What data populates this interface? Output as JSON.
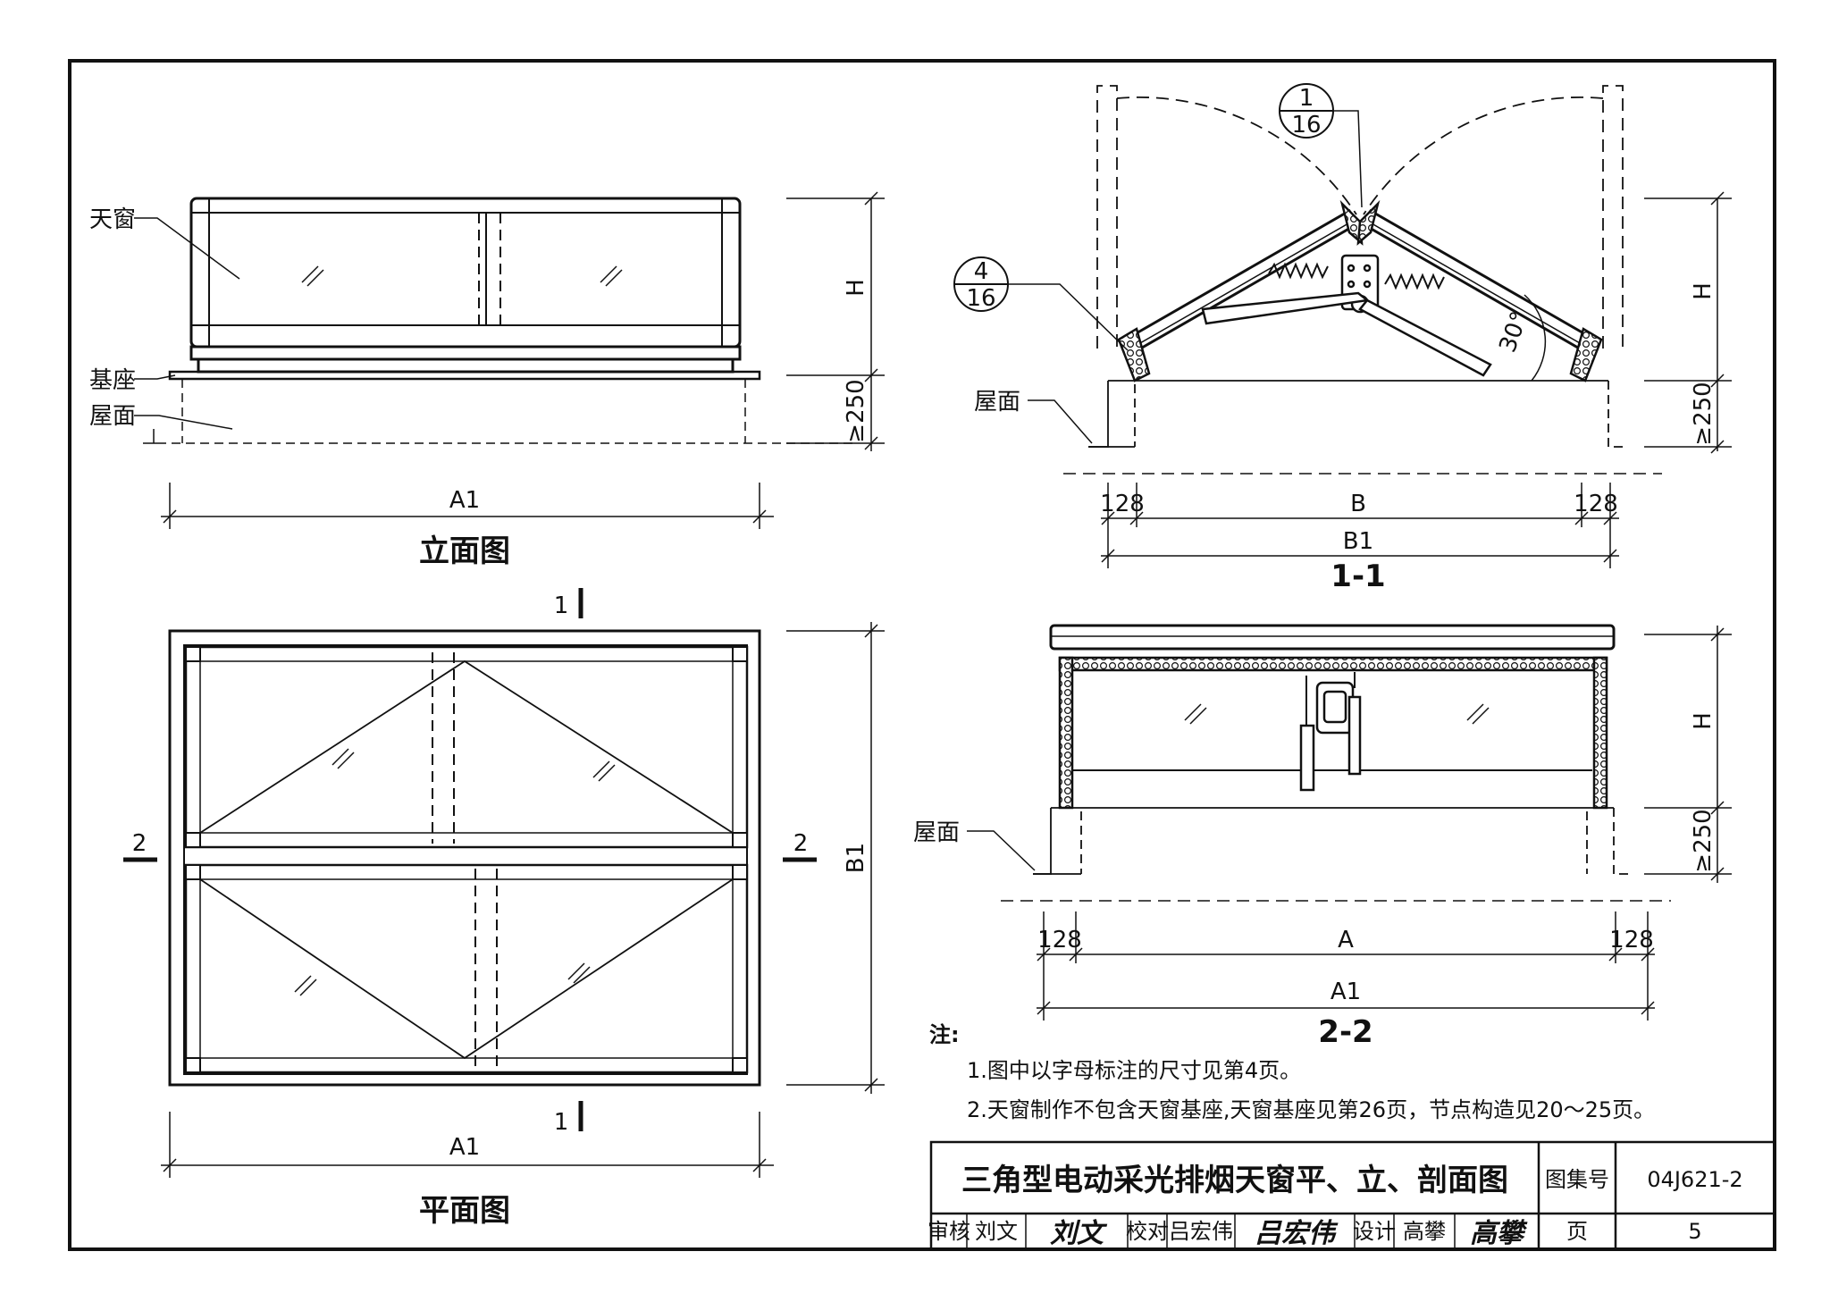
{
  "labels": {
    "skylight": "天窗",
    "base": "基座",
    "roof": "屋面"
  },
  "dims": {
    "A": "A",
    "A1": "A1",
    "B": "B",
    "B1": "B1",
    "H": "H",
    "min_curb": "≥250",
    "frame_128": "128",
    "angle": "30°"
  },
  "titles": {
    "elevation": "立面图",
    "plan": "平面图",
    "section_1": "1-1",
    "section_2": "2-2"
  },
  "section_marks": {
    "mark_1": "1",
    "mark_2": "2"
  },
  "detail_refs": {
    "ref_a_num": "1",
    "ref_a_page": "16",
    "ref_b_num": "4",
    "ref_b_page": "16"
  },
  "notes": {
    "heading": "注:",
    "items": [
      "1.图中以字母标注的尺寸见第4页。",
      "2.天窗制作不包含天窗基座,天窗基座见第26页，节点构造见20～25页。"
    ]
  },
  "title_block": {
    "drawing_title": "三角型电动采光排烟天窗平、立、剖面图",
    "atlas_label": "图集号",
    "atlas_no": "04J621-2",
    "review_label": "审核",
    "reviewer": "刘文",
    "reviewer_sig": "刘文",
    "check_label": "校对",
    "checker": "吕宏伟",
    "checker_sig": "吕宏伟",
    "design_label": "设计",
    "designer": "高攀",
    "designer_sig": "高攀",
    "page_label": "页",
    "page_no": "5"
  }
}
